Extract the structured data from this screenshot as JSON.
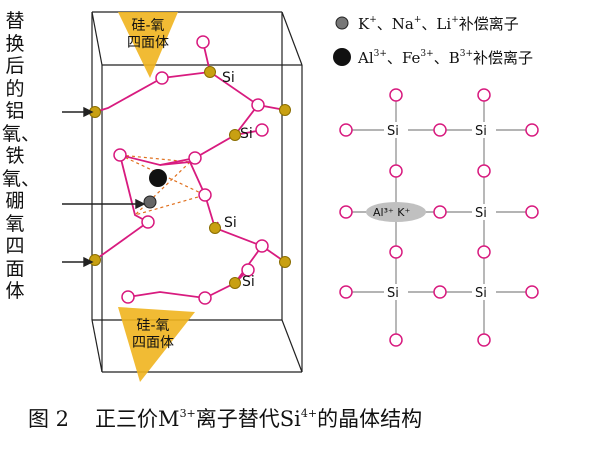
{
  "left_label": "替换后的铝氧、铁氧、硼氧四面体",
  "top_tetra_label": [
    "硅-氧",
    "四面体"
  ],
  "bottom_tetra_label": [
    "硅-氧",
    "四面体"
  ],
  "si_label": "Si",
  "center_label": "Al³⁺ K⁺",
  "legend": {
    "small_ions": {
      "items": [
        {
          "base": "K",
          "sup": "+"
        },
        {
          "base": "Na",
          "sup": "+"
        },
        {
          "base": "Li",
          "sup": "+"
        }
      ],
      "separator": "、",
      "suffix": "补偿离子"
    },
    "large_ions": {
      "items": [
        {
          "base": "Al",
          "sup": "3+"
        },
        {
          "base": "Fe",
          "sup": "3+"
        },
        {
          "base": "B",
          "sup": "3+"
        }
      ],
      "separator": "、",
      "suffix": "补偿离子"
    }
  },
  "caption": {
    "number": "图 2",
    "parts": [
      {
        "t": "正三价M"
      },
      {
        "sup": "3+"
      },
      {
        "t": "离子替代Si"
      },
      {
        "sup": "4+"
      },
      {
        "t": "的晶体结构"
      }
    ]
  },
  "colors": {
    "bond": "#d81b7f",
    "oxygen_stroke": "#d81b7f",
    "si_atom": "#c8a012",
    "tetra_fill": "#f0b41e",
    "box_line": "#222222",
    "dashed_tetra": "#e0701e",
    "big_ion": "#111111",
    "small_ion": "#777777",
    "grid_line": "#888888",
    "center_ellipse": "#c0c0c0"
  }
}
